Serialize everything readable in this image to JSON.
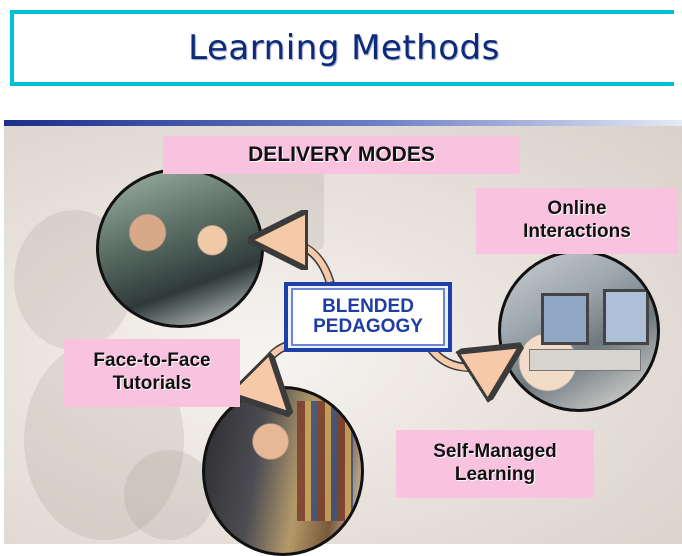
{
  "title": "Learning Methods",
  "delivery_modes_label": "DELIVERY MODES",
  "center": {
    "line1": "BLENDED",
    "line2": "PEDAGOGY"
  },
  "modes": {
    "online": {
      "line1": "Online",
      "line2": "Interactions"
    },
    "face_to_face": {
      "line1": "Face-to-Face",
      "line2": "Tutorials"
    },
    "self_managed": {
      "line1": "Self-Managed",
      "line2": "Learning"
    }
  },
  "colors": {
    "title_border": "#00c3d8",
    "title_text": "#0d2a7a",
    "label_fill": "#f9c3e0",
    "center_border": "#1f3fa8",
    "center_text": "#1e3da5",
    "arrow_fill": "#f6c9a8",
    "arrow_stroke": "#3b3b3b"
  }
}
